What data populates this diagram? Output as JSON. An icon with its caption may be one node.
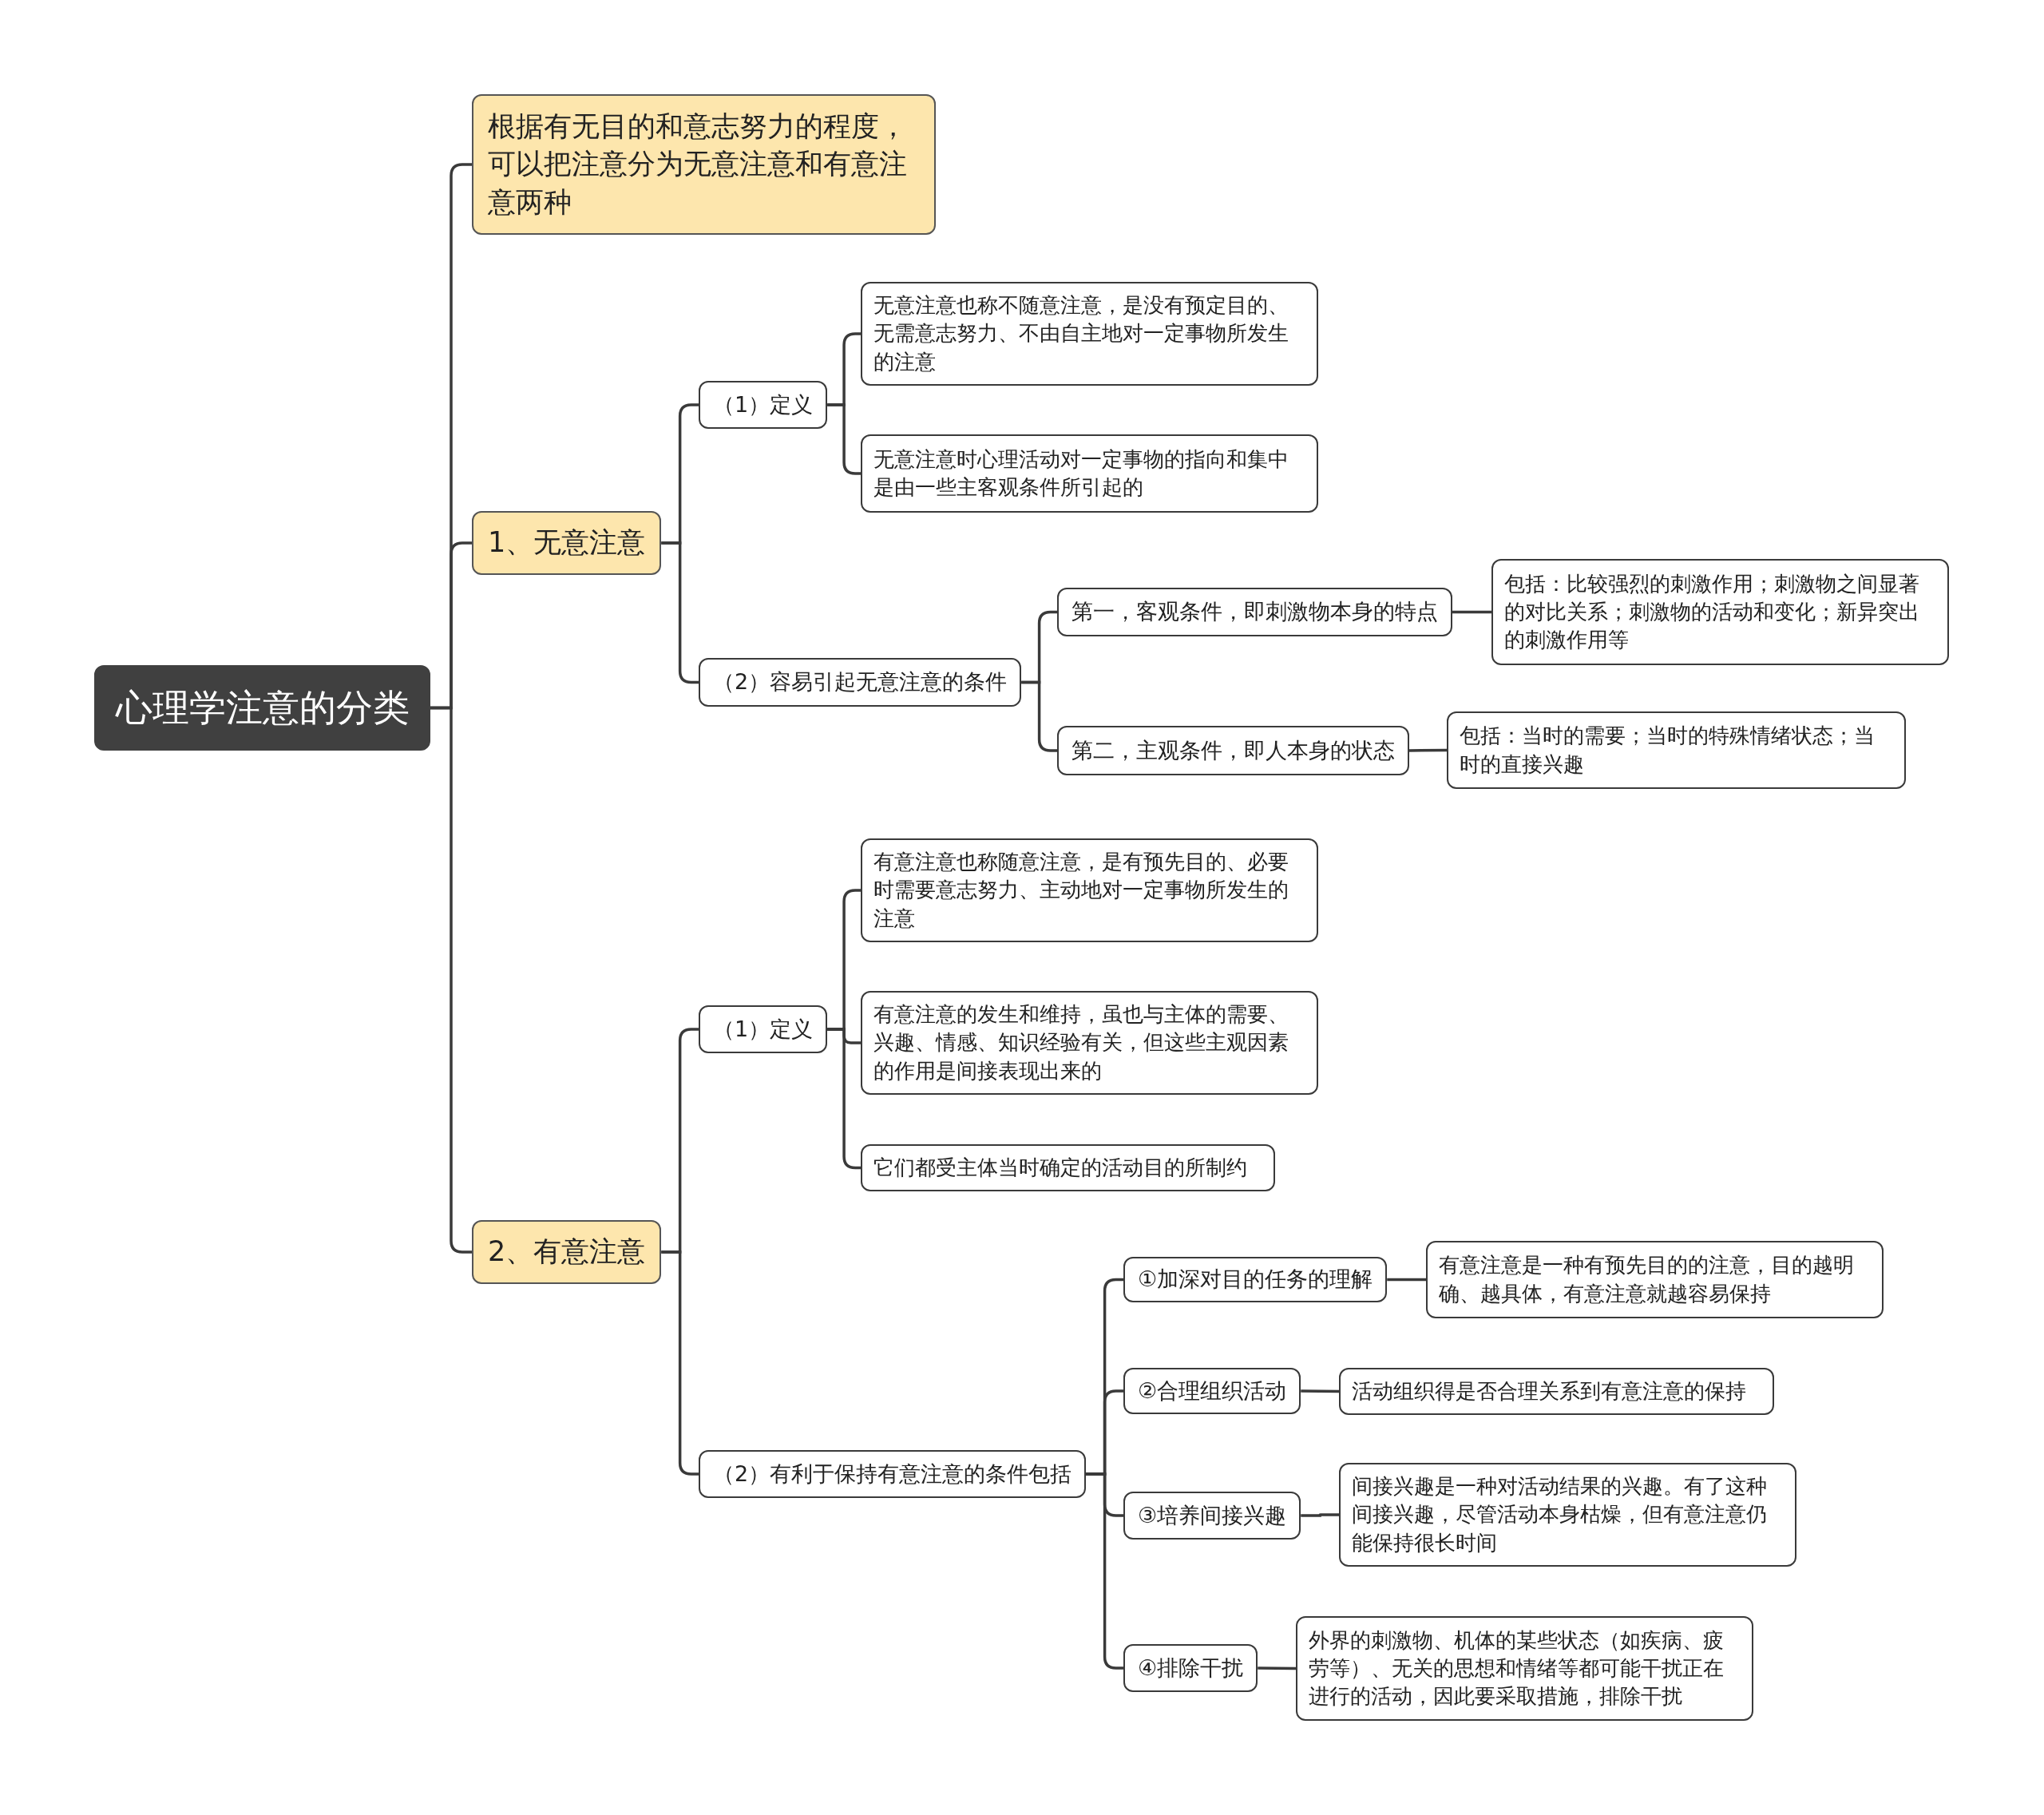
{
  "diagram": {
    "nodes": [
      {
        "text": [
          "心理学注意的分类"
        ]
      },
      {
        "text": [
          "根据有无目的和意志努力的程度，可以把注意分为无意注意和有意注意两种"
        ]
      },
      {
        "text": [
          "1、无意注意"
        ]
      },
      {
        "text": [
          "（1）定义"
        ]
      },
      {
        "text": [
          "无意注意也称不随意注意，是没有预定目的、无需意志努力、不由自主地对一定事物所发生的注意"
        ]
      },
      {
        "text": [
          "无意注意时心理活动对一定事物的指向和集中是由一些主客观条件所引起的"
        ]
      },
      {
        "text": [
          "（2）容易引起无意注意的条件"
        ]
      },
      {
        "text": [
          "第一，客观条件，即刺激物本身的特点"
        ]
      },
      {
        "text": [
          "包括：比较强烈的刺激作用；刺激物之间显著的对比关系；刺激物的活动和变化；新异突出的刺激作用等"
        ]
      },
      {
        "text": [
          "第二，主观条件，即人本身的状态"
        ]
      },
      {
        "text": [
          "包括：当时的需要；当时的特殊情绪状态；当时的直接兴趣"
        ]
      },
      {
        "text": [
          "2、有意注意"
        ]
      },
      {
        "text": [
          "（1）定义"
        ]
      },
      {
        "text": [
          "有意注意也称随意注意，是有预先目的、必要时需要意志努力、主动地对一定事物所发生的注意"
        ]
      },
      {
        "text": [
          "有意注意的发生和维持，虽也与主体的需要、兴趣、情感、知识经验有关，但这些主观因素的作用是间接表现出来的"
        ]
      },
      {
        "text": [
          "它们都受主体当时确定的活动目的所制约"
        ]
      },
      {
        "text": [
          "（2）有利于保持有意注意的条件包括"
        ]
      },
      {
        "text": [
          "①加深对目的任务的理解"
        ]
      },
      {
        "text": [
          "有意注意是一种有预先目的的注意，目的越明确、越具体，有意注意就越容易保持"
        ]
      },
      {
        "text": [
          "②合理组织活动"
        ]
      },
      {
        "text": [
          "活动组织得是否合理关系到有意注意的保持"
        ]
      },
      {
        "text": [
          "③培养间接兴趣"
        ]
      },
      {
        "text": [
          "间接兴趣是一种对活动结果的兴趣。有了这种间接兴趣，尽管活动本身枯燥，但有意注意仍能保持很长时间"
        ]
      },
      {
        "text": [
          "④排除干扰"
        ]
      },
      {
        "text": [
          "外界的刺激物、机体的某些状态（如疾病、疲劳等）、无关的思想和情绪等都可能干扰正在进行的活动，因此要采取措施，排除干扰"
        ]
      }
    ],
    "edges": [
      {
        "from": 0,
        "to": 1,
        "arrow": "none"
      },
      {
        "from": 0,
        "to": 2,
        "arrow": "none"
      },
      {
        "from": 2,
        "to": 3,
        "arrow": "none"
      },
      {
        "from": 3,
        "to": 4,
        "arrow": "none"
      },
      {
        "from": 3,
        "to": 5,
        "arrow": "none"
      },
      {
        "from": 2,
        "to": 6,
        "arrow": "none"
      },
      {
        "from": 6,
        "to": 7,
        "arrow": "none"
      },
      {
        "from": 7,
        "to": 8,
        "arrow": "none"
      },
      {
        "from": 6,
        "to": 9,
        "arrow": "none"
      },
      {
        "from": 9,
        "to": 10,
        "arrow": "none"
      },
      {
        "from": 0,
        "to": 11,
        "arrow": "none"
      },
      {
        "from": 11,
        "to": 12,
        "arrow": "none"
      },
      {
        "from": 12,
        "to": 13,
        "arrow": "none"
      },
      {
        "from": 12,
        "to": 14,
        "arrow": "none"
      },
      {
        "from": 12,
        "to": 15,
        "arrow": "none"
      },
      {
        "from": 11,
        "to": 16,
        "arrow": "none"
      },
      {
        "from": 16,
        "to": 17,
        "arrow": "none"
      },
      {
        "from": 17,
        "to": 18,
        "arrow": "none"
      },
      {
        "from": 16,
        "to": 19,
        "arrow": "none"
      },
      {
        "from": 19,
        "to": 20,
        "arrow": "none"
      },
      {
        "from": 16,
        "to": 21,
        "arrow": "none"
      },
      {
        "from": 21,
        "to": 22,
        "arrow": "none"
      },
      {
        "from": 16,
        "to": 23,
        "arrow": "none"
      },
      {
        "from": 23,
        "to": 24,
        "arrow": "none"
      }
    ]
  }
}
